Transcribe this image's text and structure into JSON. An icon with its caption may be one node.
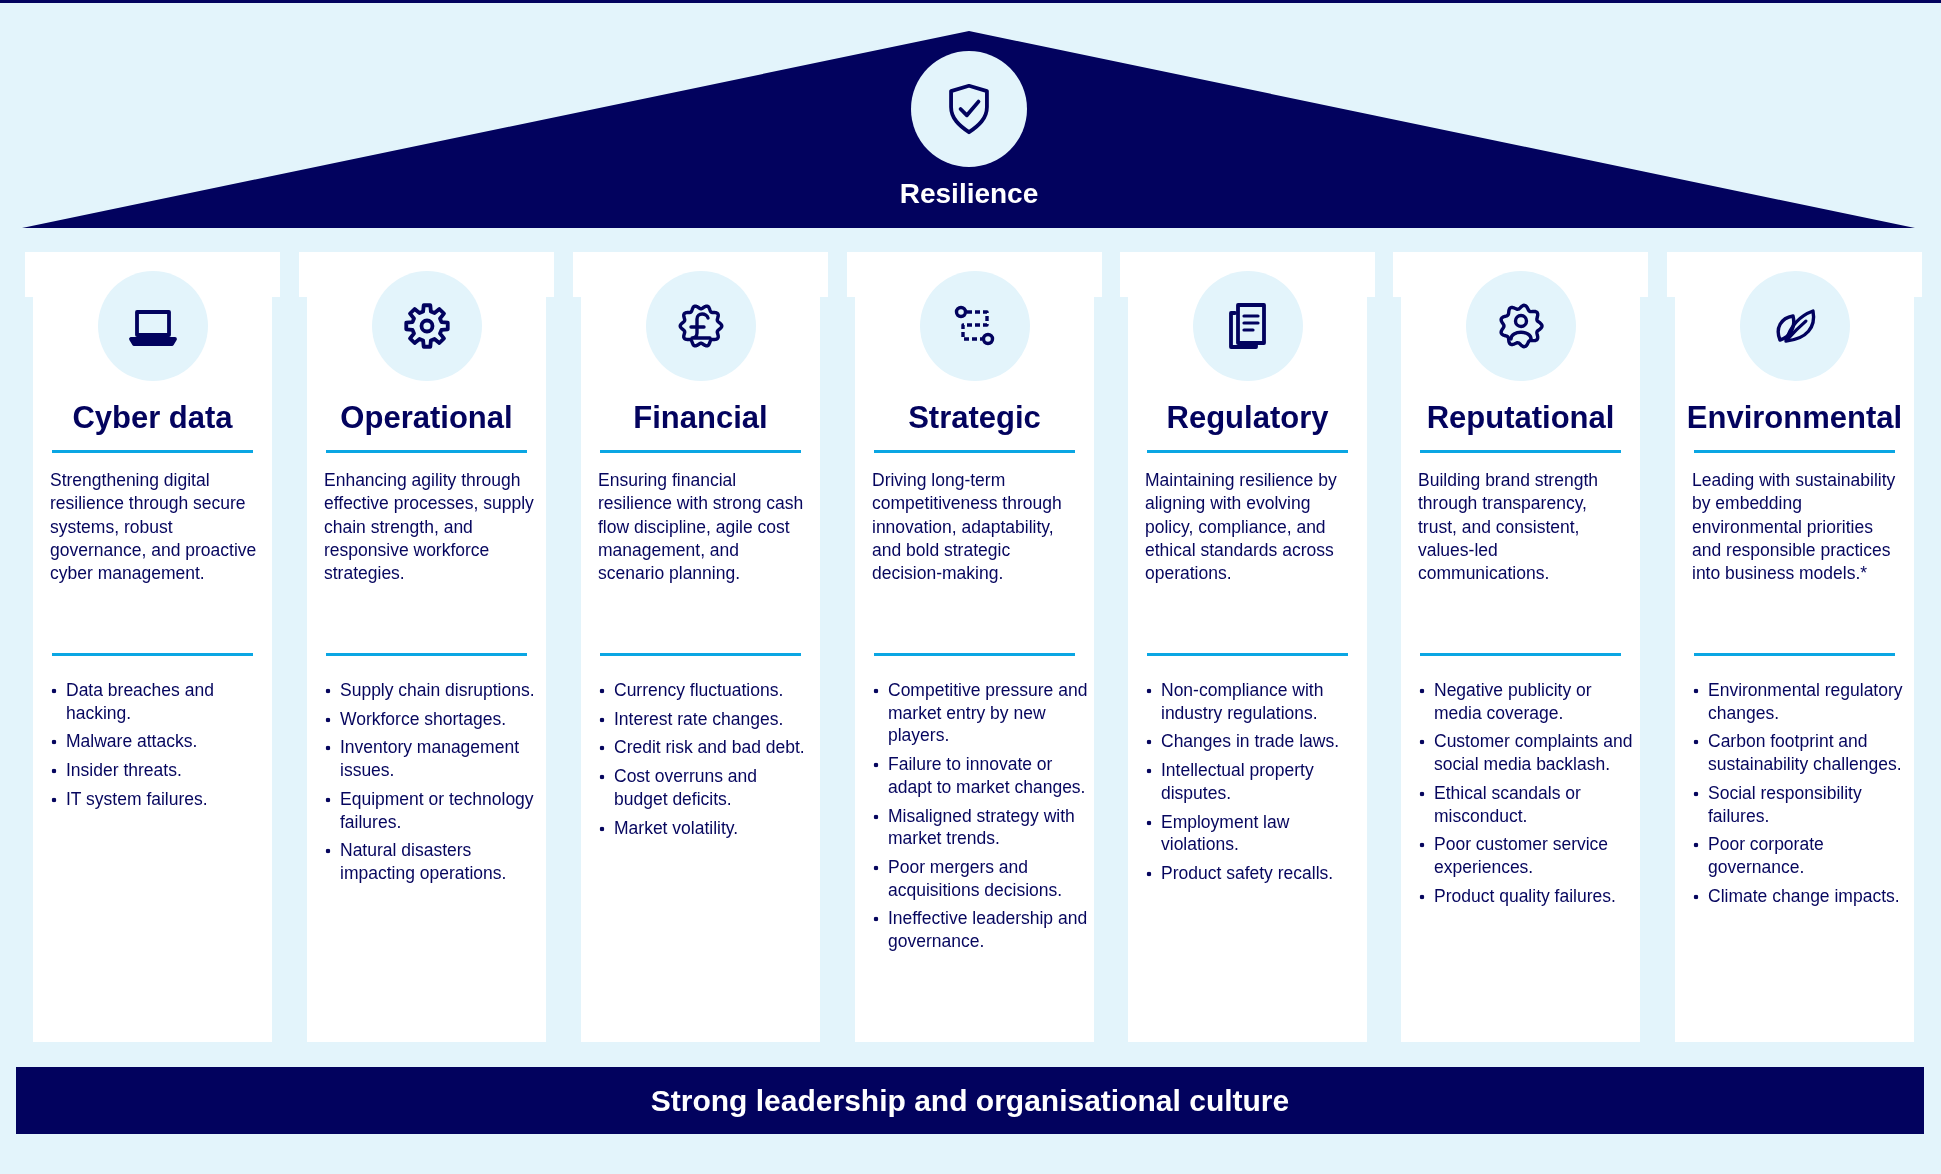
{
  "diagram": {
    "nodes": [
      {
        "text": [
          "Resilience"
        ]
      },
      {
        "text": [
          "Cyber data",
          "Strengthening digital resilience through secure systems, robust governance, and proactive cyber management.",
          "Data breaches and hacking.",
          "Malware attacks.",
          "Insider threats.",
          "IT system failures."
        ]
      },
      {
        "text": [
          "Operational",
          "Enhancing agility through effective processes, supply chain strength, and responsive workforce strategies.",
          "Supply chain disruptions.",
          "Workforce shortages.",
          "Inventory management issues.",
          "Equipment or technology failures.",
          "Natural disasters impacting operations."
        ]
      },
      {
        "text": [
          "Financial",
          "Ensuring financial resilience with strong cash flow discipline, agile cost management, and scenario planning.",
          "Currency fluctuations.",
          "Interest rate changes.",
          "Credit risk and bad debt.",
          "Cost overruns and budget deficits.",
          "Market volatility."
        ]
      },
      {
        "text": [
          "Strategic",
          "Driving long-term competitiveness through innovation, adaptability, and bold strategic decision-making.",
          "Competitive pressure and market entry by new players.",
          "Failure to innovate or adapt to market changes.",
          "Misaligned strategy with market trends.",
          "Poor mergers and acquisitions decisions.",
          "Ineffective leadership and governance."
        ]
      },
      {
        "text": [
          "Regulatory",
          "Maintaining resilience by aligning with evolving policy, compliance, and ethical standards across operations.",
          "Non-compliance with industry regulations.",
          "Changes in trade laws.",
          "Intellectual property disputes.",
          "Employment law violations.",
          "Product safety recalls."
        ]
      },
      {
        "text": [
          "Reputational",
          "Building brand strength through transparency, trust, and consistent, values-led communications.",
          "Negative publicity or media coverage.",
          "Customer complaints and social media backlash.",
          "Ethical scandals or misconduct.",
          "Poor customer service experiences.",
          "Product quality failures."
        ]
      },
      {
        "text": [
          "Environmental",
          "Leading with sustainability by embedding environmental priorities and responsible practices into business models.*",
          "Environmental regulatory changes.",
          "Carbon footprint and sustainability challenges.",
          "Social responsibility failures.",
          "Poor corporate governance.",
          "Climate change impacts."
        ]
      },
      {
        "text": [
          "Strong leadership and organisational culture"
        ]
      }
    ]
  }
}
